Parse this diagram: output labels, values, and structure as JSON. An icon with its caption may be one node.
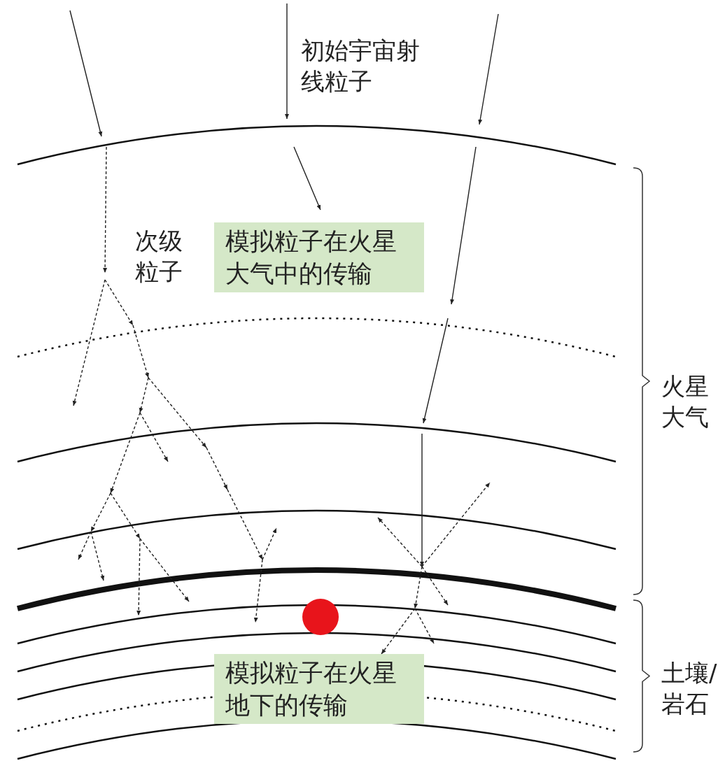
{
  "diagram": {
    "nodes": [
      {
        "text": [
          "模拟粒子在火星大气中的传输"
        ]
      },
      {
        "text": [
          "模拟粒子在火星地下的传输"
        ]
      }
    ],
    "labels": [
      "初始宇宙射线粒子",
      "次级粒子",
      "火星大气",
      "土壤/岩石"
    ]
  }
}
